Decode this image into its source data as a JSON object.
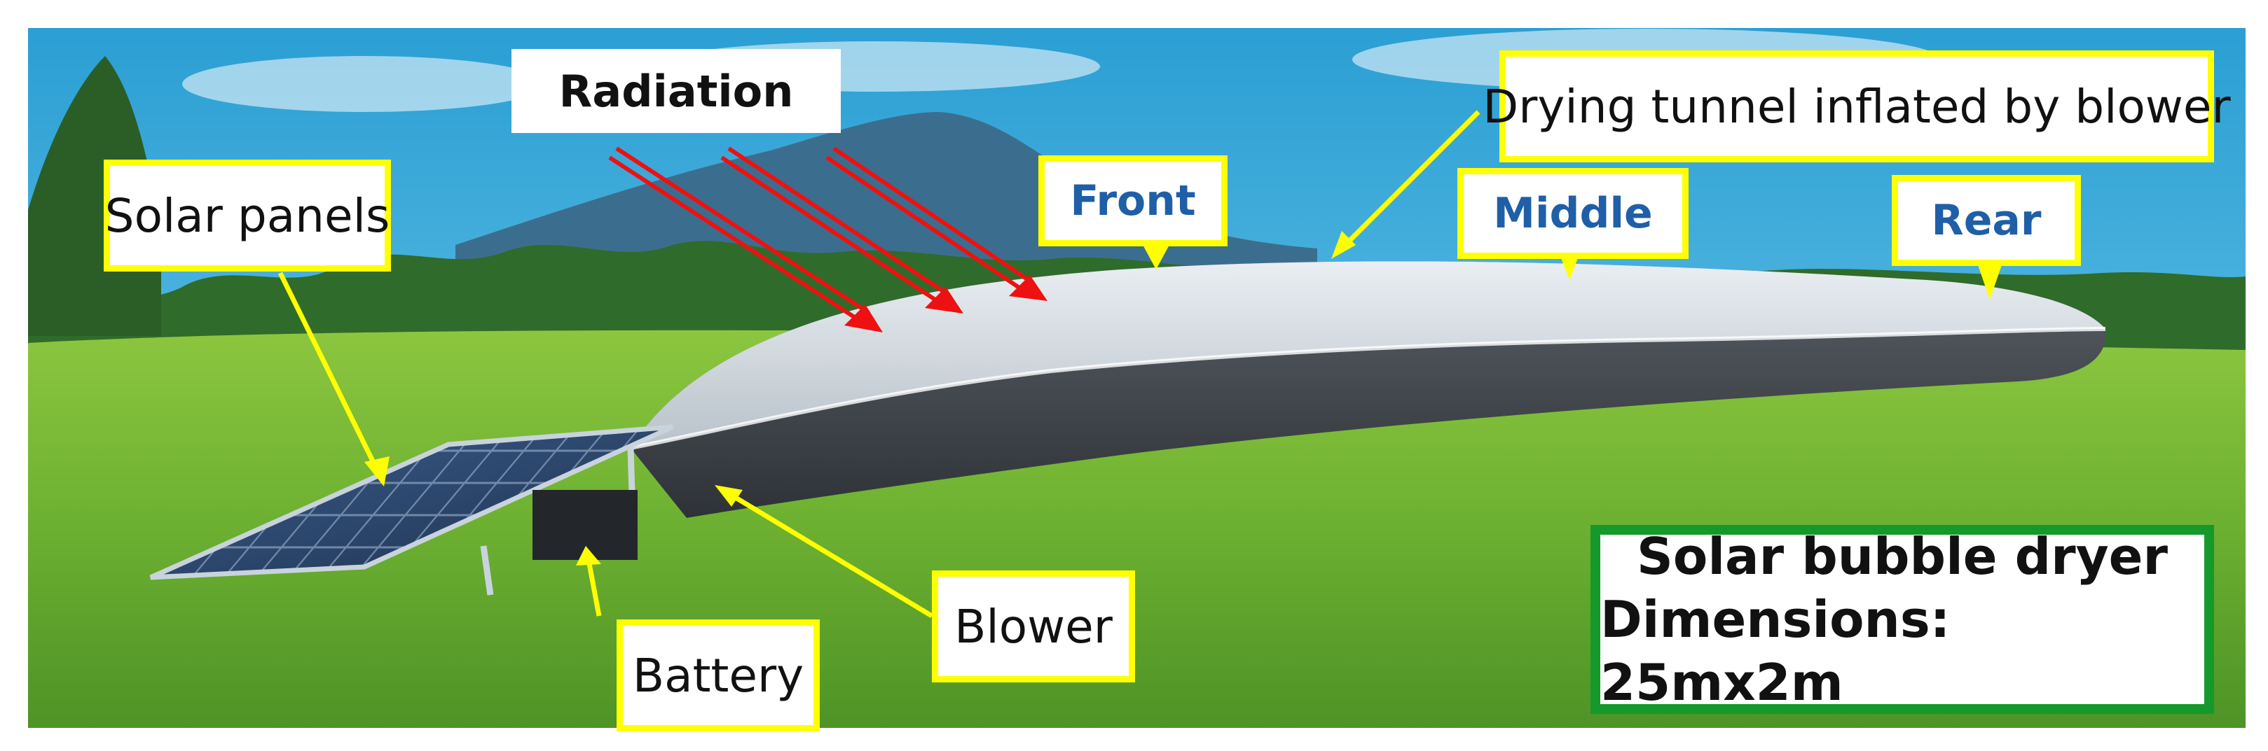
{
  "labels": {
    "radiation": "Radiation",
    "tunnel": "Drying tunnel inflated by blower",
    "solar_panels": "Solar panels",
    "front": "Front",
    "middle": "Middle",
    "rear": "Rear",
    "blower": "Blower",
    "battery": "Battery"
  },
  "summary": {
    "line1": "Solar bubble dryer",
    "line2": "Dimensions: 25mx2m"
  },
  "colors": {
    "arrow_yellow": "#ffff00",
    "radiation_red": "#ee1111",
    "summary_border": "#15992a",
    "section_text": "#1f5fa8"
  }
}
